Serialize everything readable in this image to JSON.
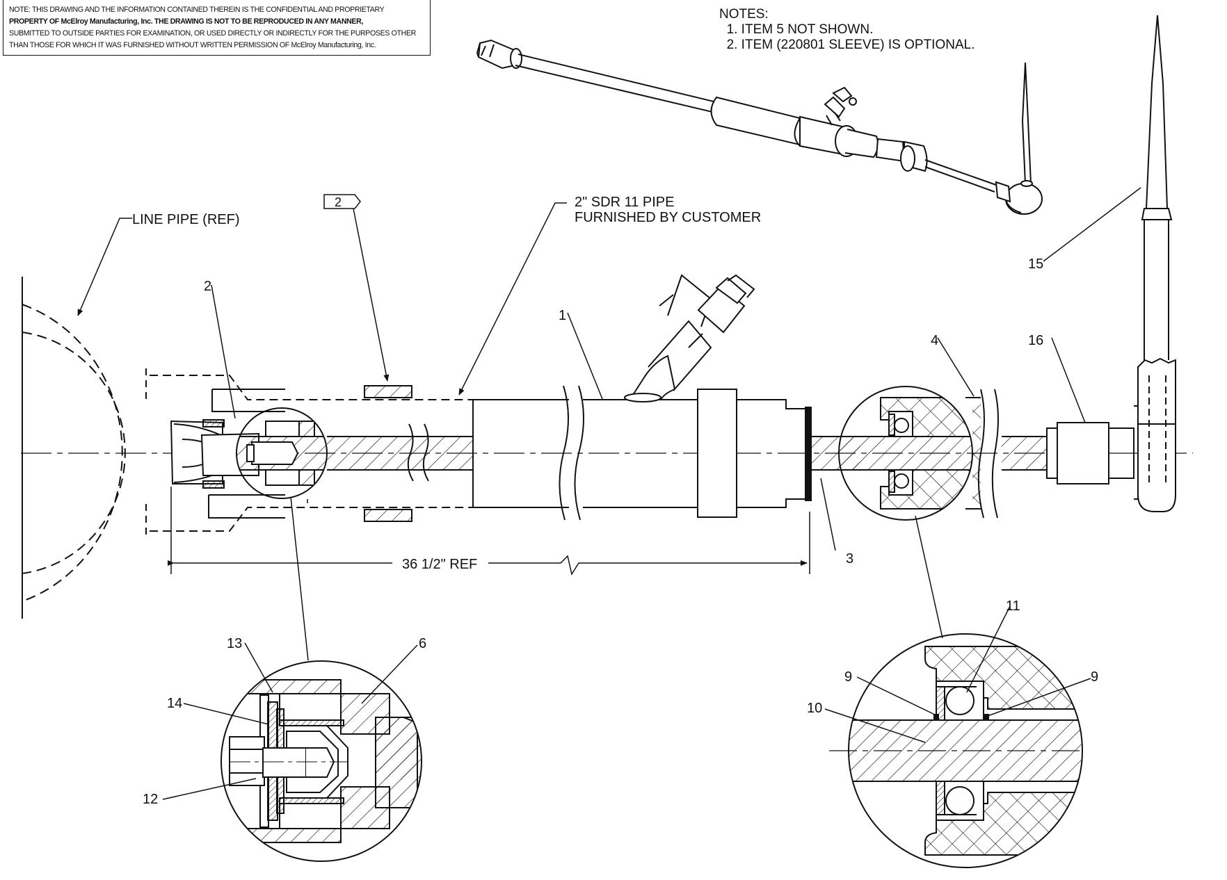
{
  "confidentiality_note": {
    "lines": [
      "NOTE: THIS DRAWING AND THE INFORMATION CONTAINED THEREIN IS THE CONFIDENTIAL AND PROPRIETARY",
      "PROPERTY OF McElroy Manufacturing, Inc. THE DRAWING IS NOT TO BE REPRODUCED IN ANY MANNER,",
      "SUBMITTED TO OUTSIDE PARTIES FOR EXAMINATION, OR USED DIRECTLY OR INDIRECTLY FOR THE PURPOSES OTHER",
      "THAN THOSE FOR WHICH IT WAS FURNISHED WITHOUT WRITTEN PERMISSION OF McElroy Manufacturing, Inc."
    ]
  },
  "notes": {
    "title": "NOTES:",
    "items": [
      "1. ITEM 5 NOT SHOWN.",
      "2. ITEM (220801 SLEEVE) IS OPTIONAL."
    ]
  },
  "callouts": {
    "line_pipe": "LINE PIPE (REF)",
    "flag_note": "2",
    "pipe_note_1": "2\" SDR 11  PIPE",
    "pipe_note_2": "FURNISHED BY CUSTOMER",
    "dimension": "36 1/2\" REF"
  },
  "balloons": [
    "1",
    "2",
    "3",
    "4",
    "15",
    "16",
    "13",
    "6",
    "14",
    "12",
    "11",
    "9",
    "9",
    "10"
  ],
  "colors": {
    "line": "#111111",
    "paper": "#ffffff"
  }
}
